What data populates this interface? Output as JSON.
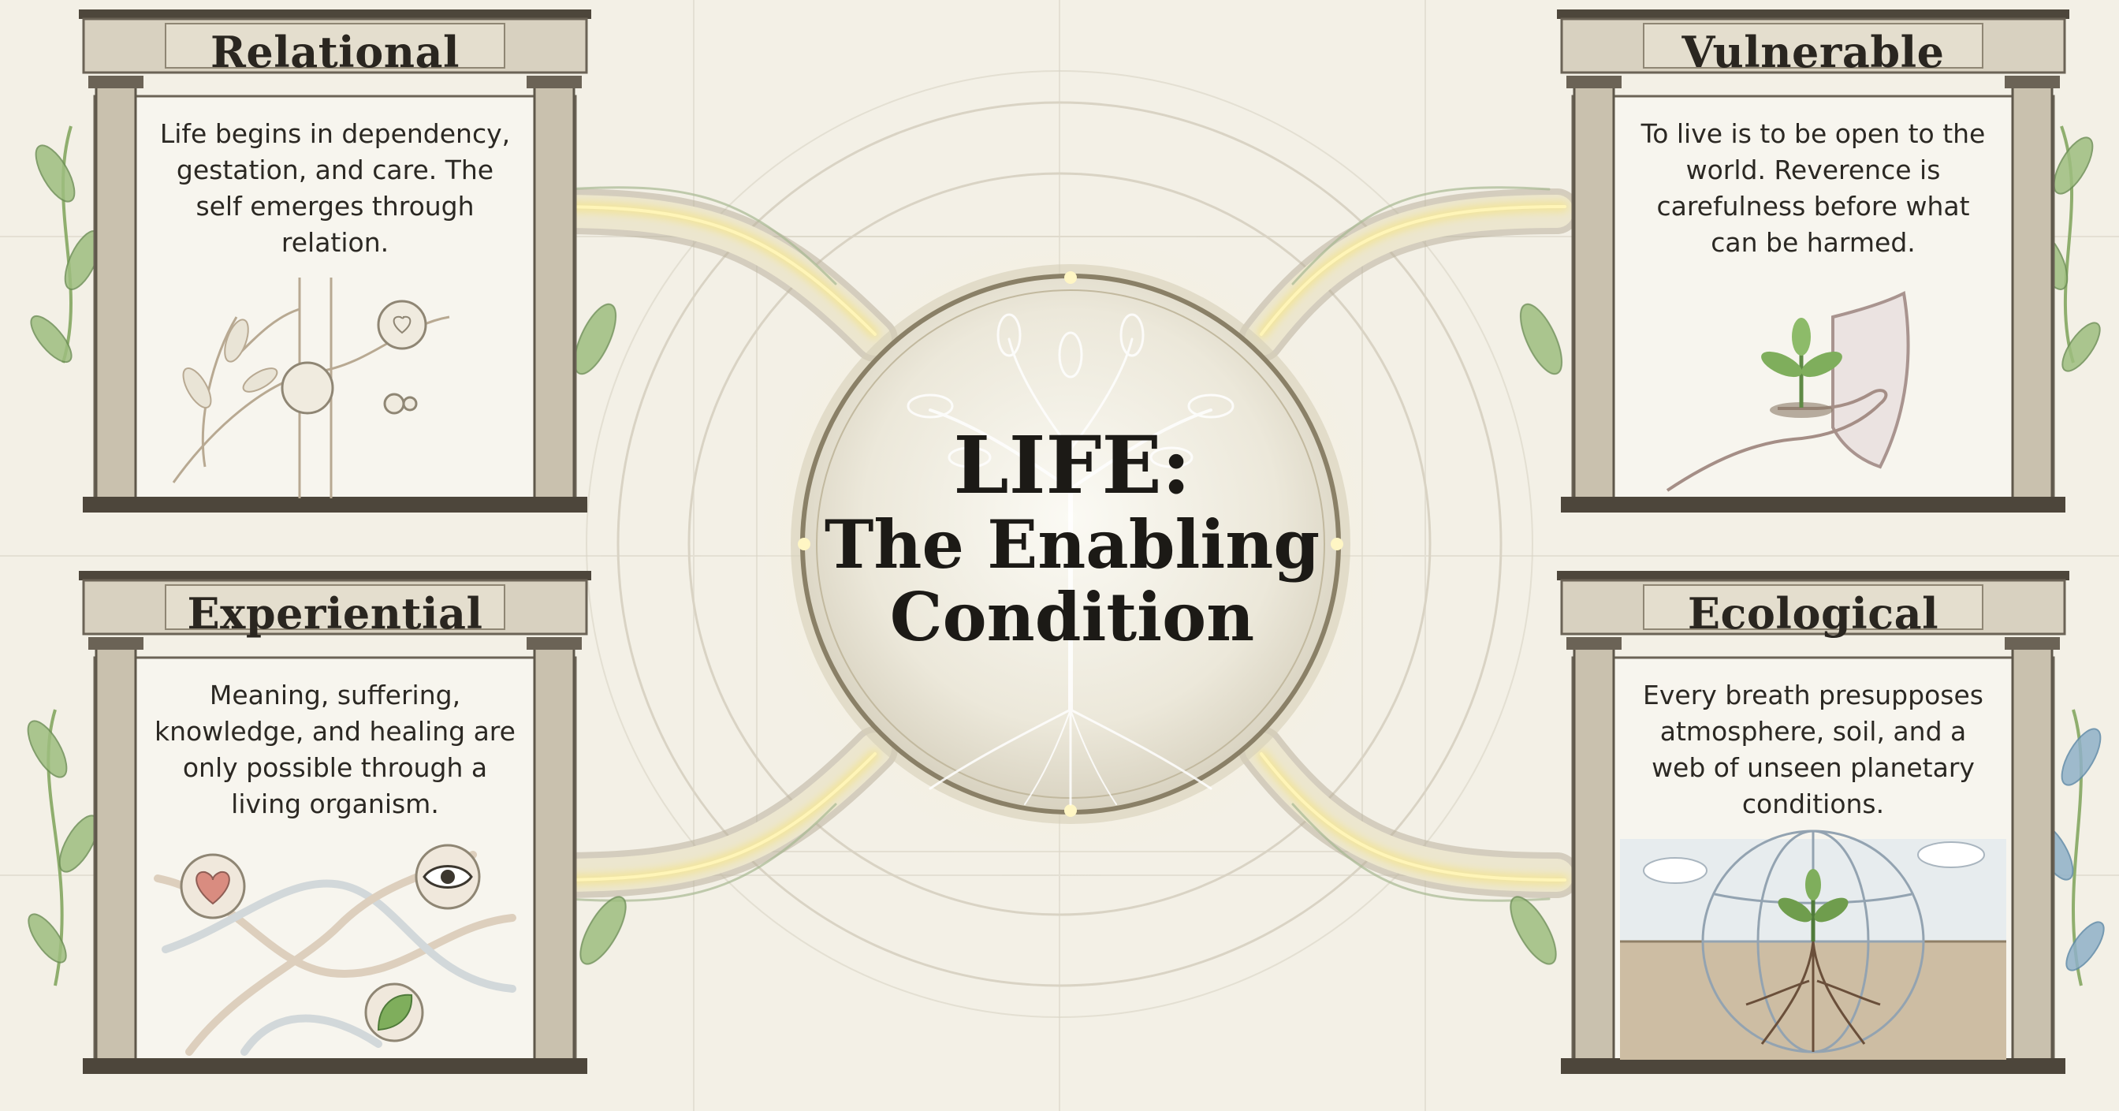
{
  "hub": {
    "line1": "LIFE:",
    "line2": "The Enabling",
    "line3": "Condition"
  },
  "panels": {
    "relational": {
      "title": "Relational",
      "text": "Life begins in dependency, gestation, and care. The self emerges through relation."
    },
    "vulnerable": {
      "title": "Vulnerable",
      "text": "To live is to be open to the world. Reverence is carefulness before what can be harmed."
    },
    "experiential": {
      "title": "Experiential",
      "text": "Meaning, suffering, knowledge, and healing are only possible through a living organism."
    },
    "ecological": {
      "title": "Ecological",
      "text": "Every breath presupposes atmosphere, soil, and a web of unseen planetary conditions."
    }
  },
  "icons": [
    "heart-icon",
    "eye-icon",
    "leaf-icon",
    "shield-icon",
    "hand-icon",
    "sprout-icon",
    "globe-icon",
    "tree-icon"
  ],
  "colors": {
    "background": "#f3f0e6",
    "frame": "#6b6356",
    "frame_light": "#d9d2c2",
    "vine": "#8fae6e",
    "glow": "#f3e9a0",
    "ink": "#2a2620"
  }
}
